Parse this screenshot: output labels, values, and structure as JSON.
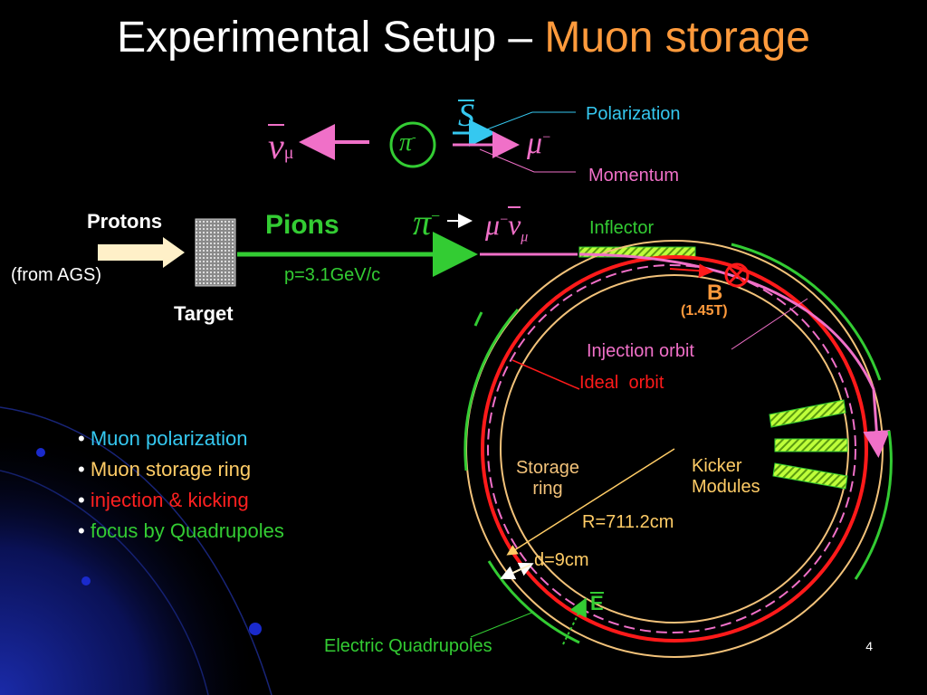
{
  "slide": {
    "title_main": "Experimental Setup – ",
    "title_accent": "Muon storage",
    "page_number": "4"
  },
  "decay": {
    "nu_symbol": "ν",
    "nu_sub": "μ",
    "pion_symbol": "π",
    "pion_sup": "-",
    "spin_symbol": "S",
    "muon_symbol": "μ",
    "muon_sup": "−",
    "polarization_label": "Polarization",
    "momentum_label": "Momentum"
  },
  "beamline": {
    "protons_label": "Protons",
    "from_ags_label": "(from AGS)",
    "target_label": "Target",
    "pions_label": "Pions",
    "momentum_value": "p=3.1GeV/c",
    "decay_pi": "π",
    "decay_mu": "μ",
    "decay_nu": "ν",
    "decay_nu_sub": "μ",
    "minus": "−",
    "inflector_label": "Inflector"
  },
  "ring": {
    "b_field_symbol": "B",
    "b_field_value": "(1.45T)",
    "injection_orbit_label": "Injection orbit",
    "ideal_orbit_label": "Ideal  orbit",
    "storage_ring_line1": "Storage",
    "storage_ring_line2": "ring",
    "kicker_line1": "Kicker",
    "kicker_line2": "Modules",
    "radius_label": "R=711.2cm",
    "aperture_label": "d=9cm",
    "e_field_symbol": "E",
    "quadrupoles_label": "Electric Quadrupoles"
  },
  "bullets": [
    {
      "text": "Muon polarization",
      "color": "#35c8f0"
    },
    {
      "text": "Muon storage ring",
      "color": "#ffcc66"
    },
    {
      "text": "injection & kicking",
      "color": "#ff2020"
    },
    {
      "text": "focus by Quadrupoles",
      "color": "#33cc33"
    }
  ],
  "colors": {
    "cyan": "#35c8f0",
    "pink": "#f070c8",
    "green": "#33cc33",
    "red": "#ff1a1a",
    "orange": "#ff9a3c",
    "ring": "#f2c27a"
  }
}
